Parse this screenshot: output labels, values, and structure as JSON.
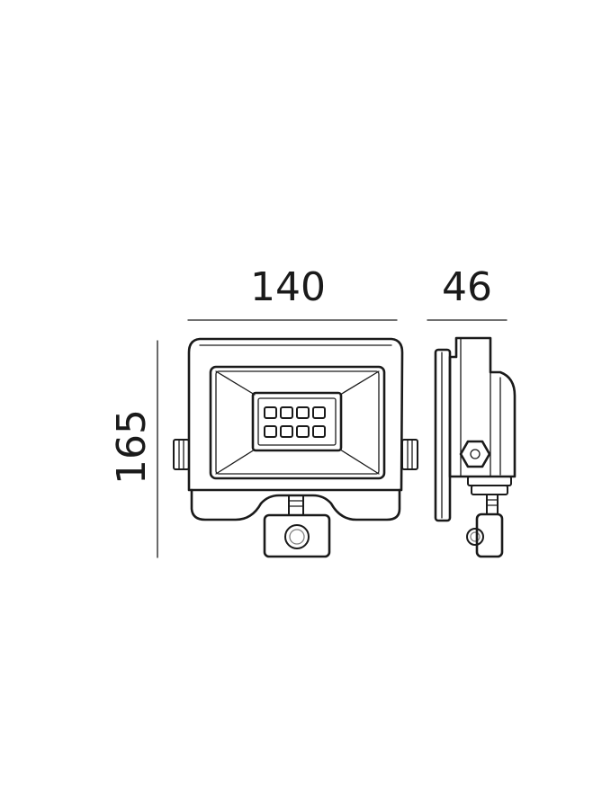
{
  "dimensions": {
    "width": "140",
    "depth": "46",
    "height": "165"
  },
  "colors": {
    "line": "#1a1a1a",
    "background": "#ffffff"
  }
}
